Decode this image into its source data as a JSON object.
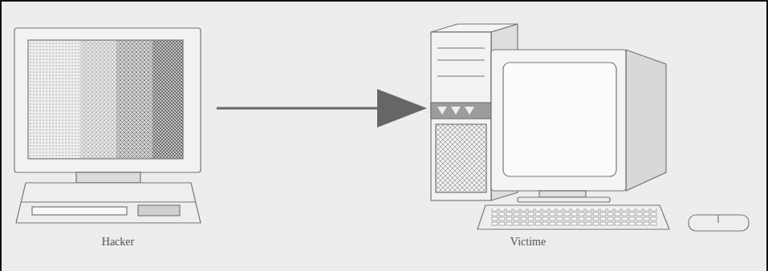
{
  "diagram": {
    "nodes": [
      {
        "text": [
          "Hacker"
        ]
      },
      {
        "text": [
          "Victime"
        ]
      }
    ],
    "edges": [
      {
        "from": 0,
        "to": 1,
        "arrow": "to"
      }
    ]
  }
}
